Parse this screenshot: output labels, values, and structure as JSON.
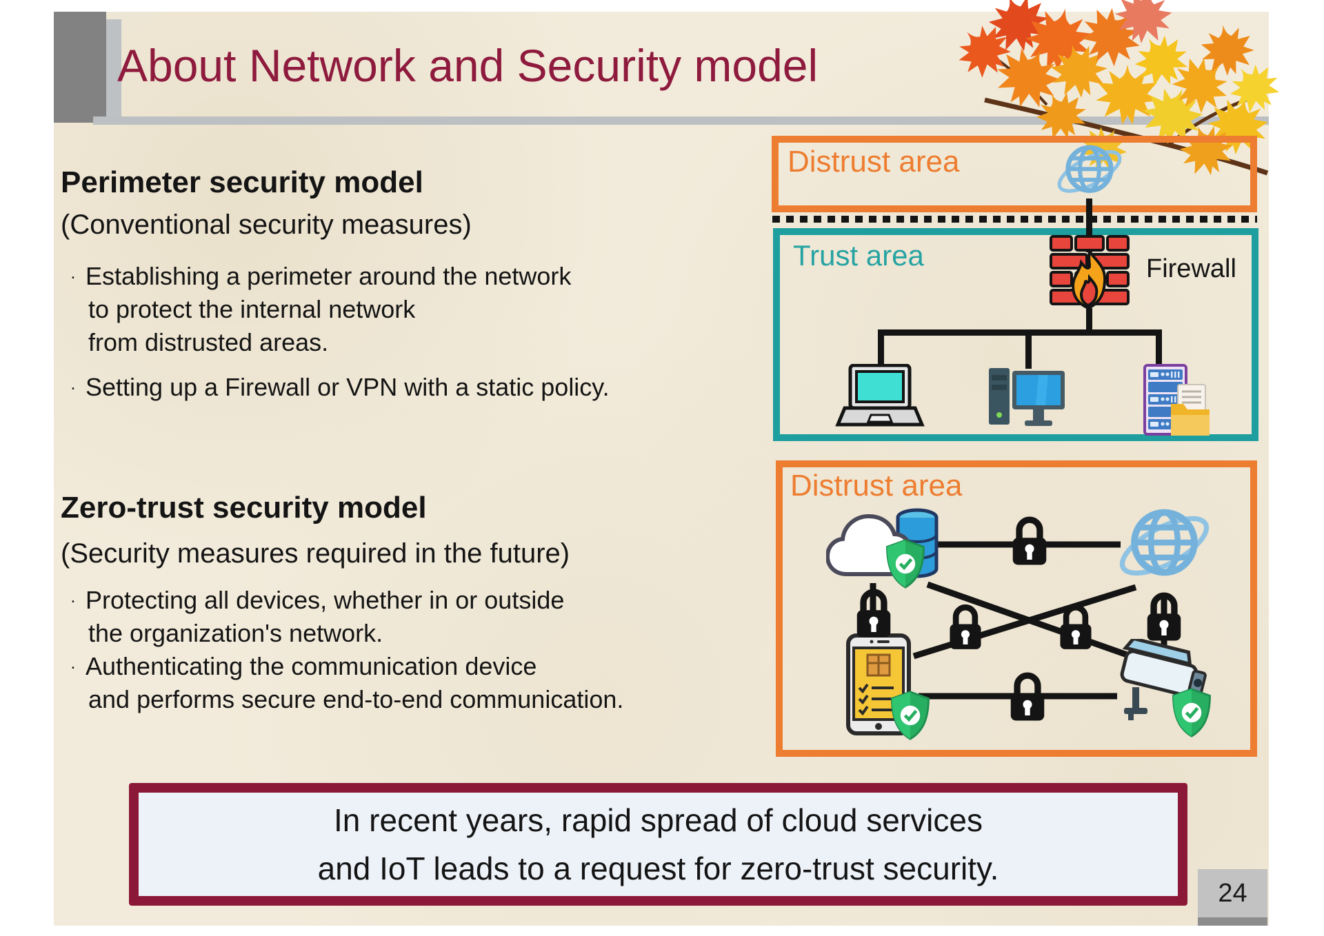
{
  "title": "About Network and Security model",
  "bullet_char": "·",
  "page_number": "24",
  "perimeter": {
    "heading": "Perimeter security model",
    "subheading": "(Conventional security measures)",
    "b1": [
      "Establishing a perimeter around the network",
      "to protect the internal network",
      "from distrusted areas."
    ],
    "b2": [
      "Setting up a Firewall or VPN with a static policy."
    ]
  },
  "zerotrust": {
    "heading": "Zero-trust security model",
    "subheading": "(Security measures required in the future)",
    "b1": [
      "Protecting all devices, whether in or outside",
      "the organization's network."
    ],
    "b2": [
      "Authenticating the communication device",
      "and performs secure end-to-end communication."
    ]
  },
  "diagram_top": {
    "distrust_label": "Distrust area",
    "trust_label": "Trust area",
    "firewall_label": "Firewall"
  },
  "diagram_bottom": {
    "distrust_label": "Distrust area"
  },
  "banner": {
    "line1": "In recent years, rapid spread of cloud services",
    "line2": "and IoT leads to a request for zero-trust security."
  },
  "colors": {
    "accent_maroon": "#8E1A3D",
    "distrust_orange": "#ED7D31",
    "trust_teal": "#1E9E9E",
    "slide_background": "#F2EBDB",
    "banner_background": "#EDF2F9",
    "globe_blue": "#74B2DC",
    "shield_green": "#27AE60"
  }
}
